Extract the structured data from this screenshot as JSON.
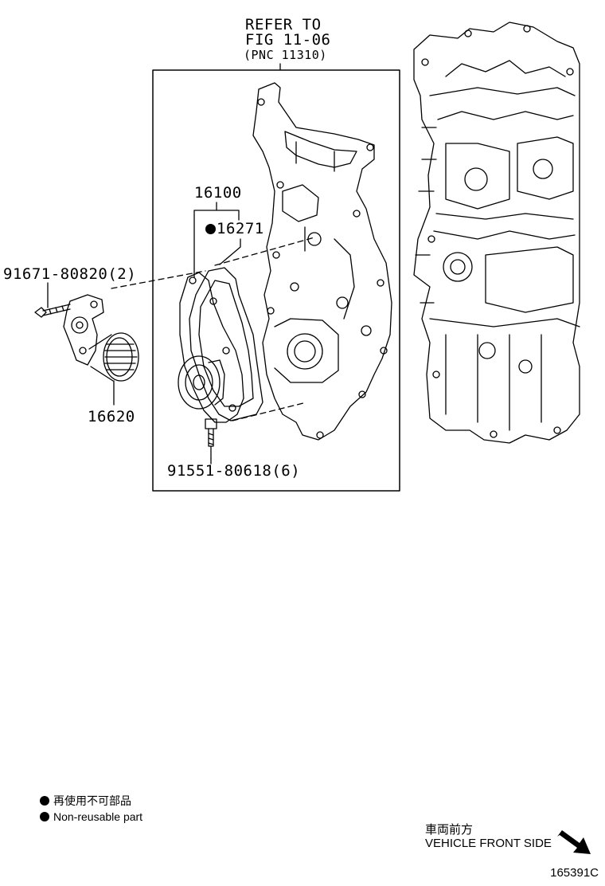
{
  "refer": {
    "line1": "REFER TO",
    "line2": "FIG 11-06",
    "line3": "(PNC 11310)"
  },
  "parts": {
    "p16100": "16100",
    "p16271": "16271",
    "p91671": "91671-80820(2)",
    "p16620": "16620",
    "p91551": "91551-80618(6)"
  },
  "legend": {
    "jp": "再使用不可部品",
    "en": "Non-reusable part"
  },
  "front": {
    "jp": "車両前方",
    "en": "VEHICLE FRONT SIDE"
  },
  "figure_id": "165391C"
}
